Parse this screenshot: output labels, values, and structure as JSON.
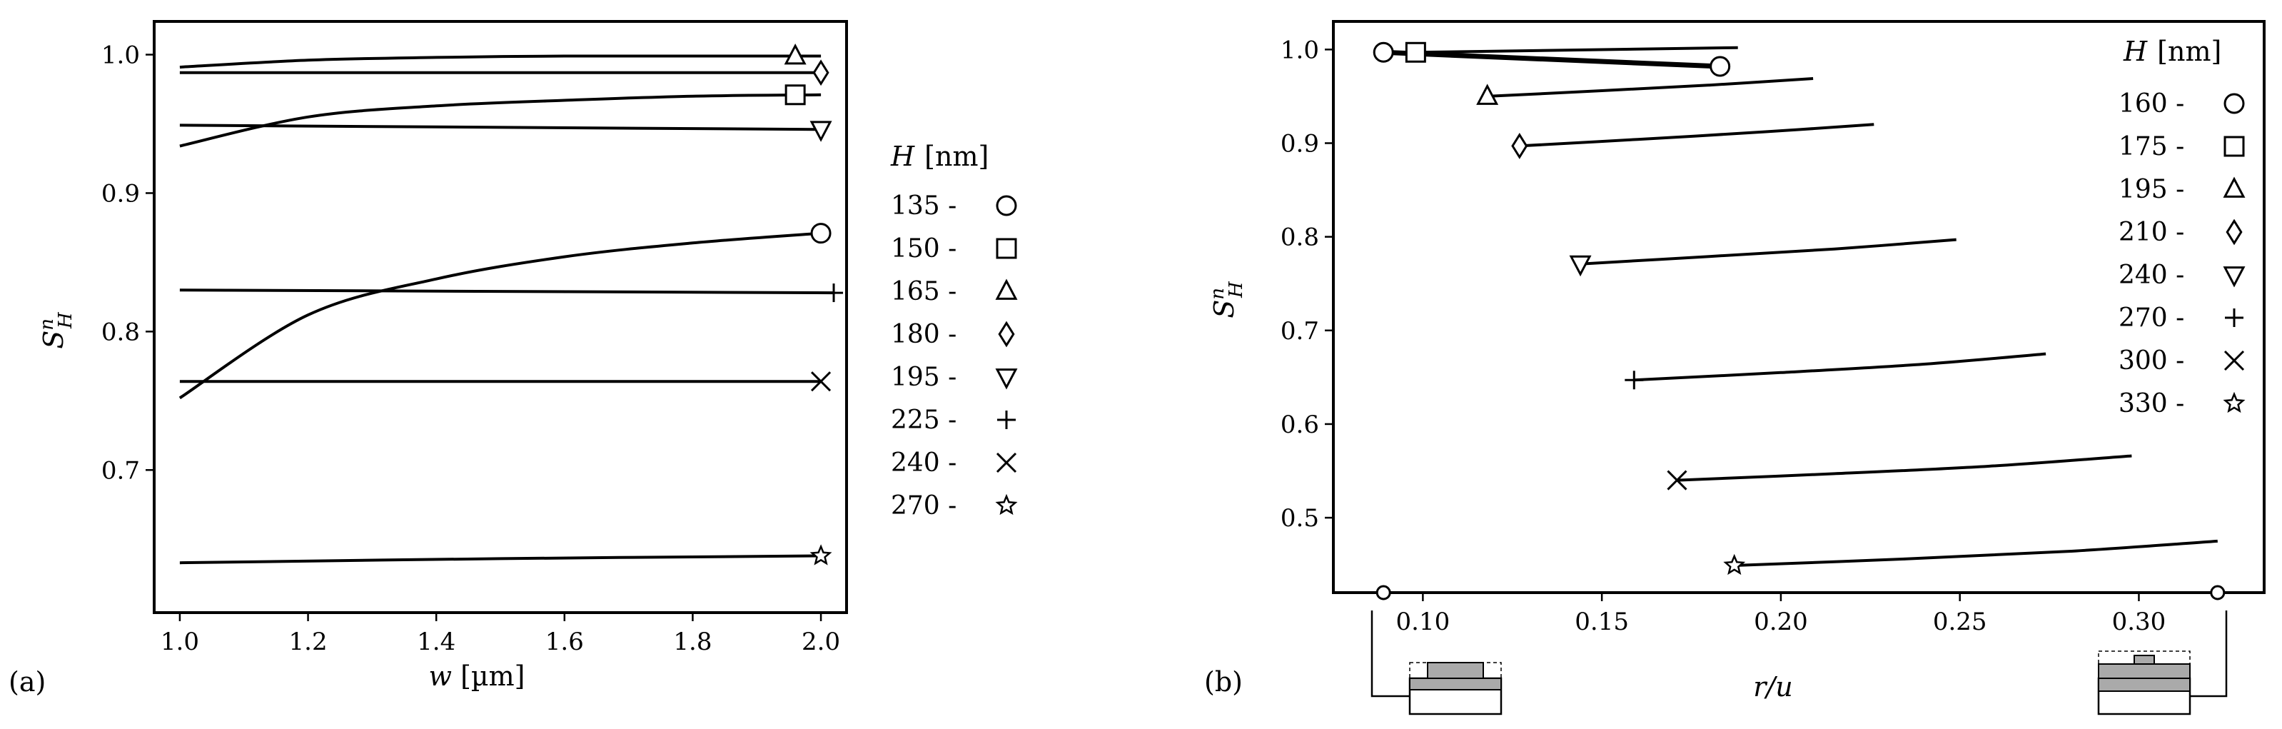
{
  "chart_data": [
    {
      "panel_label": "(a)",
      "type": "line",
      "xlabel_var": "w",
      "xlabel_unit": " [µm]",
      "ylabel": "S",
      "ylabel_sup": "n",
      "ylabel_sub": "H",
      "xlim": [
        0.96,
        2.04
      ],
      "ylim": [
        0.597,
        1.024
      ],
      "xticks": [
        1.0,
        1.2,
        1.4,
        1.6,
        1.8,
        2.0
      ],
      "xtick_labels": [
        "1.0",
        "1.2",
        "1.4",
        "1.6",
        "1.8",
        "2.0"
      ],
      "yticks": [
        0.7,
        0.8,
        0.9,
        1.0
      ],
      "ytick_labels": [
        "0.7",
        "0.8",
        "0.9",
        "1.0"
      ],
      "legend": {
        "title_var": "H",
        "title_unit": "[nm]",
        "entries": [
          {
            "label": "135 -",
            "marker": "circle"
          },
          {
            "label": "150 -",
            "marker": "square"
          },
          {
            "label": "165 -",
            "marker": "triangle-up"
          },
          {
            "label": "180 -",
            "marker": "diamond"
          },
          {
            "label": "195 -",
            "marker": "triangle-down"
          },
          {
            "label": "225 -",
            "marker": "plus"
          },
          {
            "label": "240 -",
            "marker": "x"
          },
          {
            "label": "270 -",
            "marker": "star"
          }
        ]
      },
      "series": [
        {
          "name": "135",
          "marker": "circle",
          "x": [
            1.0,
            1.2,
            1.4,
            1.6,
            1.8,
            2.0
          ],
          "y": [
            0.752,
            0.812,
            0.838,
            0.854,
            0.864,
            0.871
          ]
        },
        {
          "name": "150",
          "marker": "square",
          "marker_x": 1.96,
          "x": [
            1.0,
            1.2,
            1.4,
            1.6,
            1.8,
            2.0
          ],
          "y": [
            0.934,
            0.955,
            0.963,
            0.967,
            0.97,
            0.971
          ]
        },
        {
          "name": "165",
          "marker": "triangle-up",
          "marker_x": 1.96,
          "x": [
            1.0,
            1.2,
            1.4,
            1.6,
            1.8,
            2.0
          ],
          "y": [
            0.991,
            0.996,
            0.998,
            0.999,
            0.999,
            0.999
          ]
        },
        {
          "name": "180",
          "marker": "diamond",
          "x": [
            1.0,
            2.0
          ],
          "y": [
            0.987,
            0.987
          ]
        },
        {
          "name": "195",
          "marker": "triangle-down",
          "x": [
            1.0,
            2.0
          ],
          "y": [
            0.949,
            0.946
          ]
        },
        {
          "name": "225",
          "marker": "plus",
          "marker_x": 2.02,
          "x": [
            1.0,
            2.02
          ],
          "y": [
            0.83,
            0.828
          ]
        },
        {
          "name": "240",
          "marker": "x",
          "x": [
            1.0,
            2.0
          ],
          "y": [
            0.764,
            0.764
          ]
        },
        {
          "name": "270",
          "marker": "star",
          "x": [
            1.0,
            1.5,
            2.0
          ],
          "y": [
            0.633,
            0.636,
            0.638
          ]
        }
      ]
    },
    {
      "panel_label": "(b)",
      "type": "line",
      "xlabel": "r/u",
      "ylabel": "S",
      "ylabel_sup": "n",
      "ylabel_sub": "H",
      "xlim": [
        0.075,
        0.335
      ],
      "ylim": [
        0.42,
        1.03
      ],
      "xticks": [
        0.1,
        0.15,
        0.2,
        0.25,
        0.3
      ],
      "xtick_labels": [
        "0.10",
        "0.15",
        "0.20",
        "0.25",
        "0.30"
      ],
      "yticks": [
        0.5,
        0.6,
        0.7,
        0.8,
        0.9,
        1.0
      ],
      "ytick_labels": [
        "0.5",
        "0.6",
        "0.7",
        "0.8",
        "0.9",
        "1.0"
      ],
      "legend": {
        "title_var": "H",
        "title_unit": "[nm]",
        "entries": [
          {
            "label": "160 -",
            "marker": "circle"
          },
          {
            "label": "175 -",
            "marker": "square"
          },
          {
            "label": "195 -",
            "marker": "triangle-up"
          },
          {
            "label": "210 -",
            "marker": "diamond"
          },
          {
            "label": "240 -",
            "marker": "triangle-down"
          },
          {
            "label": "270 -",
            "marker": "plus"
          },
          {
            "label": "300 -",
            "marker": "x"
          },
          {
            "label": "330 -",
            "marker": "star"
          }
        ]
      },
      "series": [
        {
          "name": "160",
          "marker": "circle",
          "x": [
            0.089,
            0.183
          ],
          "y": [
            0.997,
            0.982
          ],
          "end_marker": true,
          "thick": true
        },
        {
          "name": "175",
          "marker": "square",
          "x": [
            0.098,
            0.188
          ],
          "y": [
            0.997,
            1.002
          ]
        },
        {
          "name": "195",
          "marker": "triangle-up",
          "x": [
            0.118,
            0.15,
            0.18,
            0.209
          ],
          "y": [
            0.95,
            0.956,
            0.962,
            0.969
          ]
        },
        {
          "name": "210",
          "marker": "diamond",
          "x": [
            0.127,
            0.16,
            0.195,
            0.226
          ],
          "y": [
            0.897,
            0.904,
            0.912,
            0.92
          ]
        },
        {
          "name": "240",
          "marker": "triangle-down",
          "x": [
            0.144,
            0.18,
            0.215,
            0.249
          ],
          "y": [
            0.771,
            0.779,
            0.787,
            0.797
          ]
        },
        {
          "name": "270",
          "marker": "plus",
          "x": [
            0.159,
            0.2,
            0.24,
            0.274
          ],
          "y": [
            0.647,
            0.655,
            0.664,
            0.675
          ]
        },
        {
          "name": "300",
          "marker": "x",
          "x": [
            0.171,
            0.215,
            0.258,
            0.298
          ],
          "y": [
            0.54,
            0.547,
            0.555,
            0.566
          ]
        },
        {
          "name": "330",
          "marker": "star",
          "x": [
            0.187,
            0.235,
            0.28,
            0.322
          ],
          "y": [
            0.449,
            0.456,
            0.464,
            0.475
          ]
        }
      ],
      "axis_markers": [
        0.089,
        0.322
      ]
    }
  ]
}
